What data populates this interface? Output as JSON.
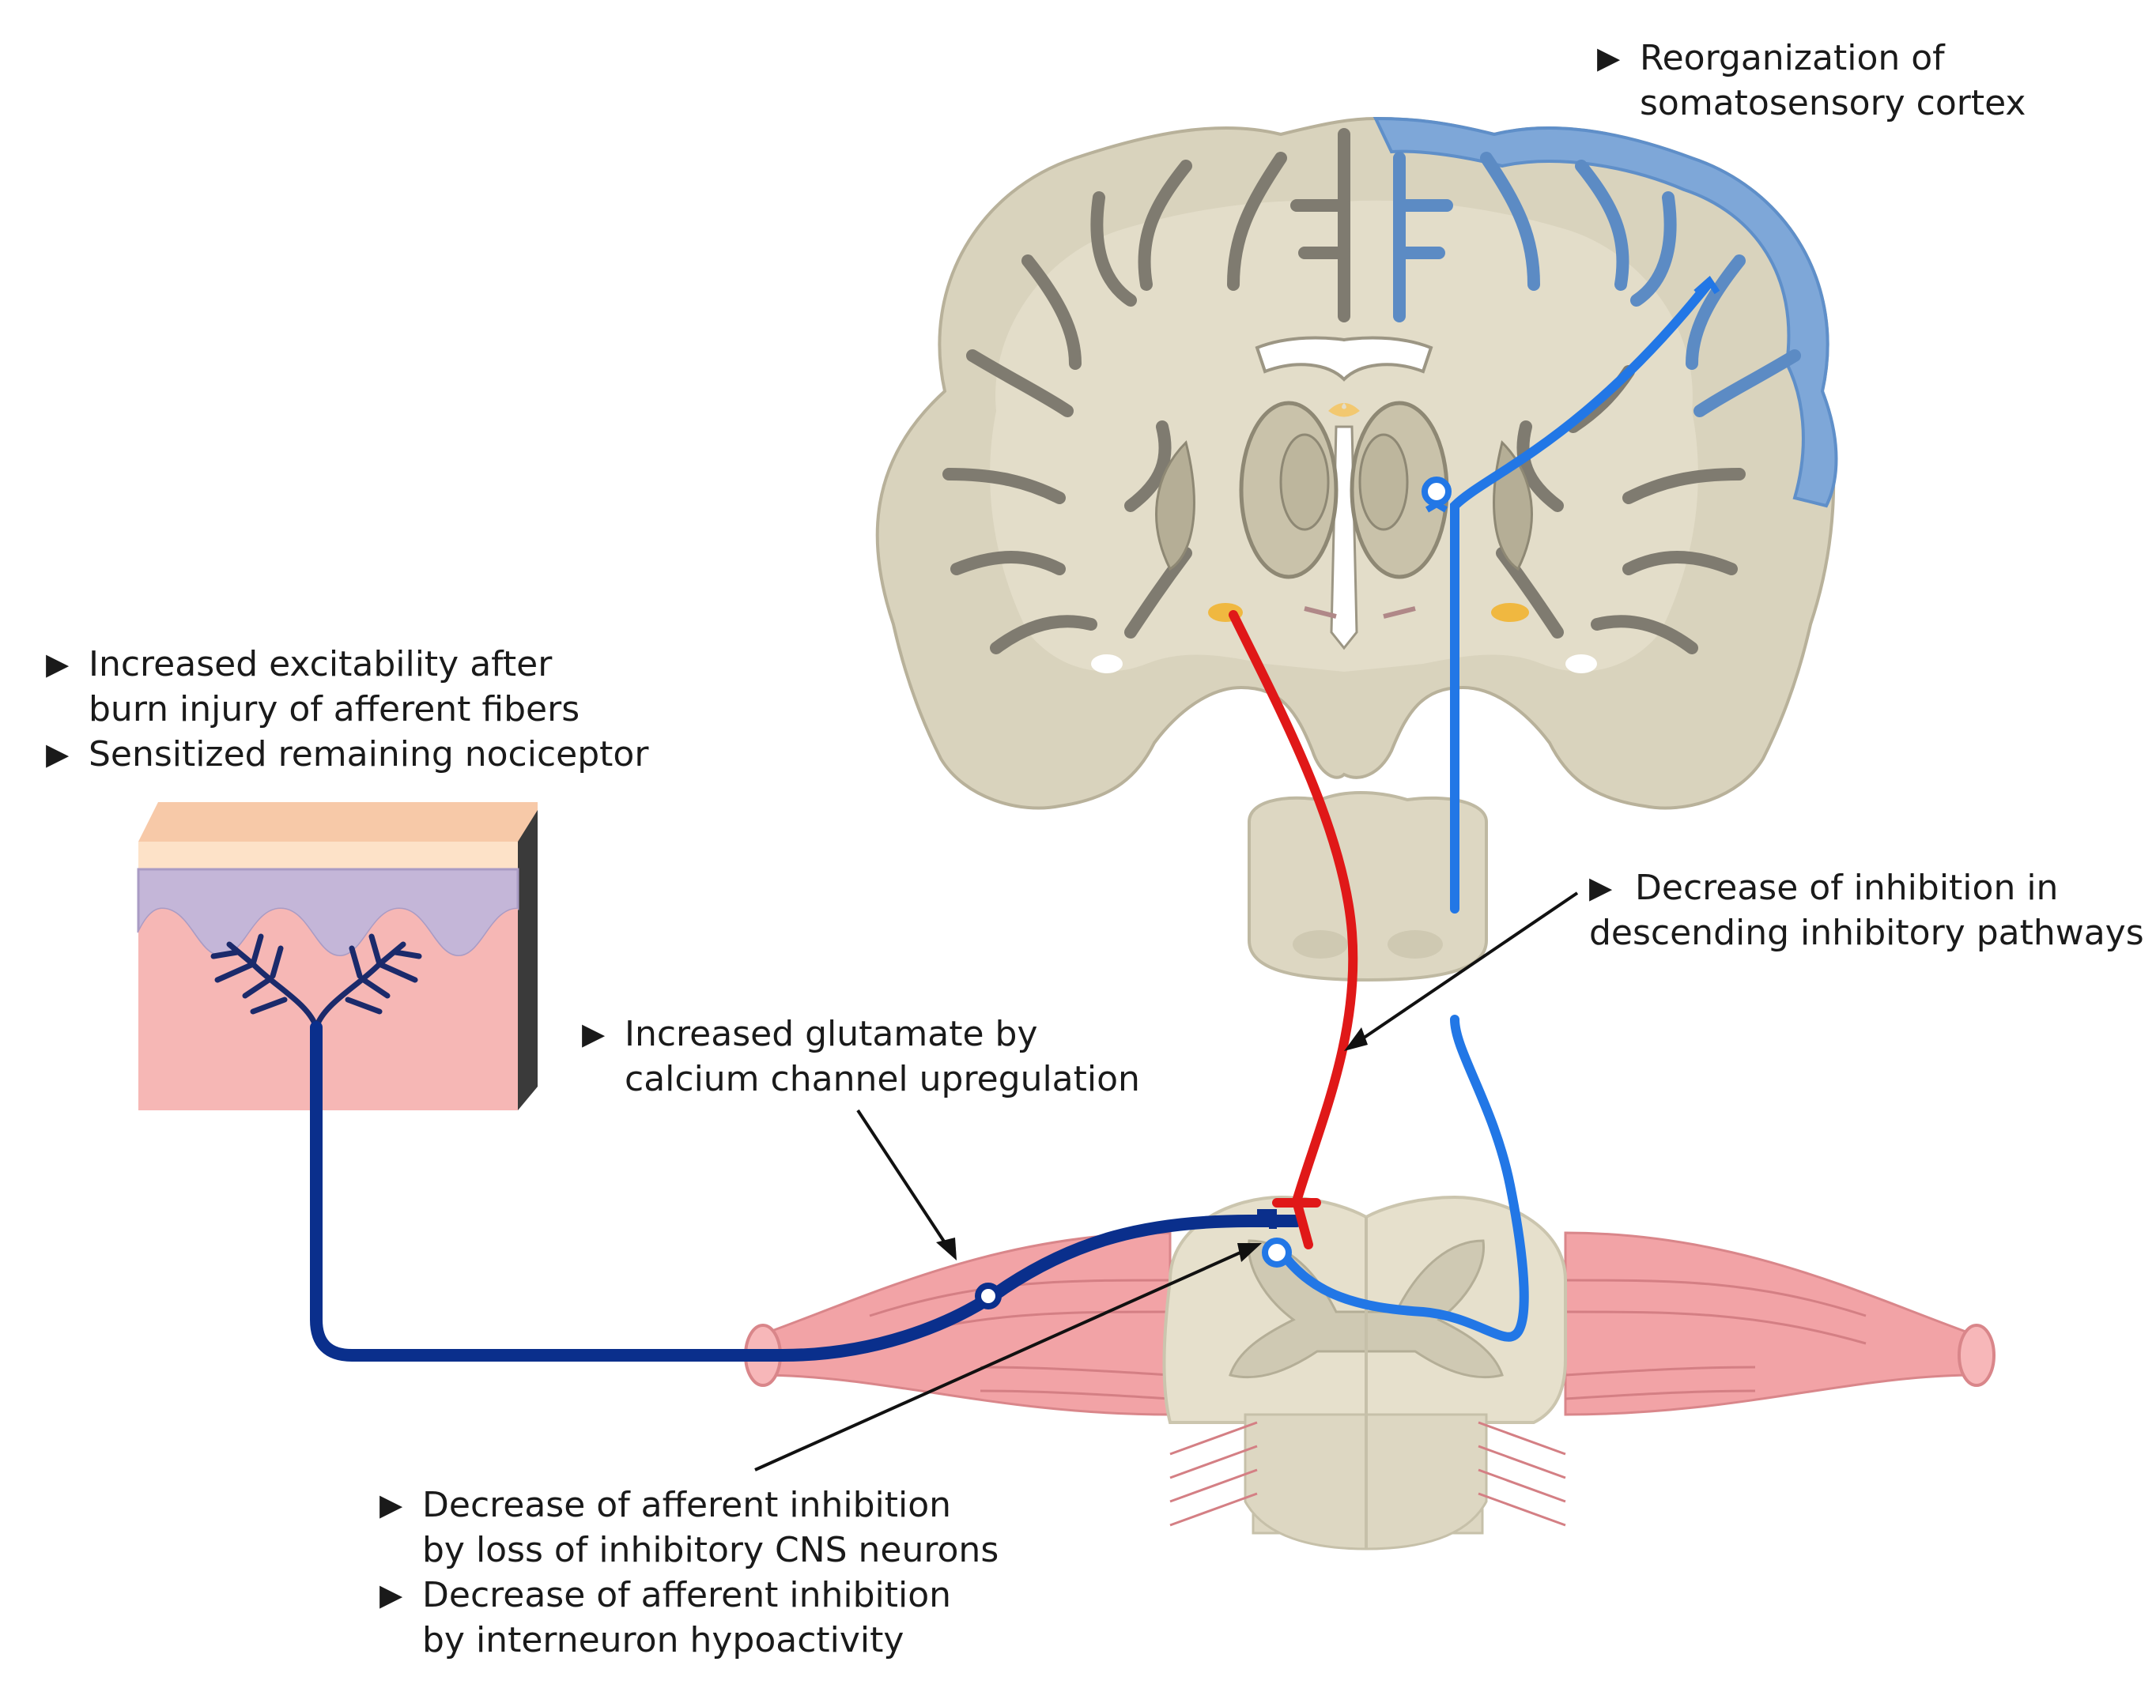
{
  "annotations": {
    "cortex": {
      "lines": [
        "Reorganization of",
        "somatosensory cortex"
      ]
    },
    "afferent": {
      "items": [
        {
          "lines": [
            "Increased excitability after",
            "burn injury of afferent fibers"
          ]
        },
        {
          "lines": [
            "Sensitized remaining nociceptor"
          ]
        }
      ]
    },
    "glutamate": {
      "lines": [
        "Increased glutamate by",
        "calcium channel upregulation"
      ]
    },
    "descending": {
      "lines": [
        "Decrease of inhibition in",
        "descending inhibitory pathways"
      ]
    },
    "inhibition": {
      "items": [
        {
          "lines": [
            "Decrease of afferent inhibition",
            "by loss of inhibitory CNS neurons"
          ]
        },
        {
          "lines": [
            "Decrease of afferent inhibition",
            "by interneuron hypoactivity"
          ]
        }
      ]
    }
  },
  "bullet_symbol": "▶",
  "colors": {
    "afferent_fiber": "#0a2f8c",
    "ascending_pathway": "#2277e6",
    "descending_pathway": "#e01818",
    "brain_tissue": "#d9d3bd",
    "cortex_highlight": "#6f9fd6",
    "skin_dermis": "#f6b4b4",
    "muscle": "#f2a3a6"
  }
}
